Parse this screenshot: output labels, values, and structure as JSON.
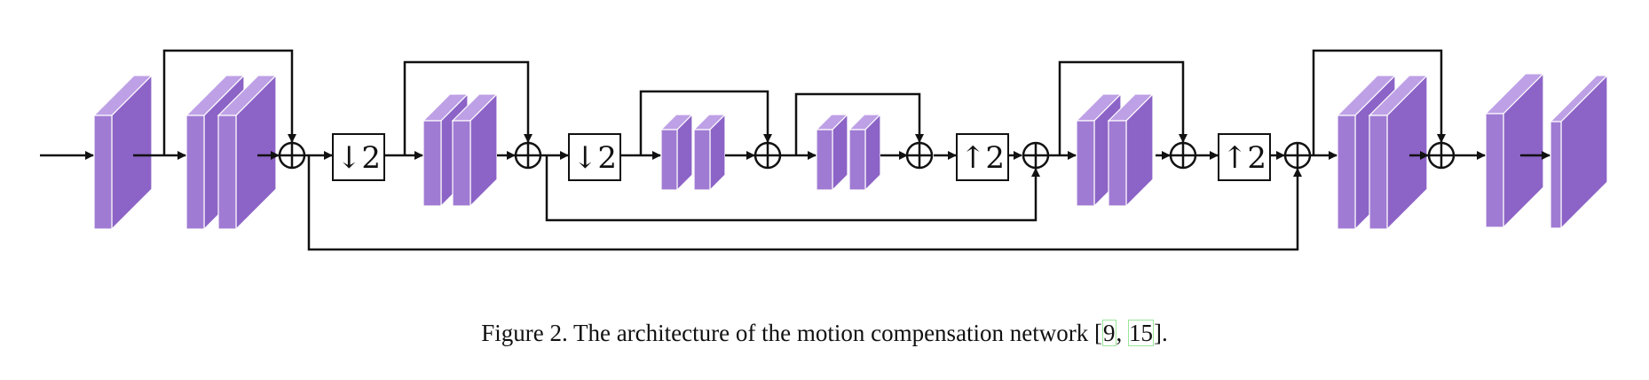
{
  "diagram": {
    "ops": {
      "down1": "↓2",
      "down2": "↓2",
      "up1": "↑2",
      "up2": "↑2"
    },
    "colors": {
      "front": "#a07bd3",
      "side": "#8c63c6",
      "top": "#bea0e6",
      "line": "#111111",
      "citation_box": "#9be59b"
    },
    "icons": [
      "plus-circle-icon",
      "arrow-right-icon"
    ]
  },
  "caption": {
    "prefix": "Figure 2. The architecture of the motion compensation network [",
    "ref1": "9",
    "sep": ", ",
    "ref2": "15",
    "suffix": "]."
  }
}
